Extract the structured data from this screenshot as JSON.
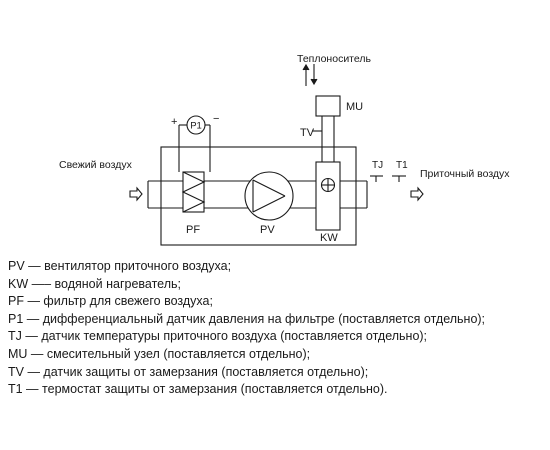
{
  "labels": {
    "heat_carrier": "Теплоноситель",
    "fresh_air": "Свежий воздух",
    "supply_air": "Приточный воздух",
    "mu": "MU",
    "tv": "TV",
    "p1": "P1",
    "plus": "+",
    "minus": "−",
    "tj": "TJ",
    "t1": "T1",
    "pf": "PF",
    "pv": "PV",
    "kw": "KW"
  },
  "legend": [
    "PV — вентилятор приточного воздуха;",
    "KW —– водяной нагреватель;",
    "PF — фильтр для свежего воздуха;",
    "P1 —  дифференциальный датчик давления на фильтре (поставляется отдельно);",
    "TJ — датчик температуры приточного воздуха (поставляется отдельно);",
    "MU — смесительный узел (поставляется отдельно);",
    "TV — датчик защиты от замерзания (поставляется отдельно);",
    "T1 — термостат защиты от замерзания (поставляется отдельно)."
  ]
}
